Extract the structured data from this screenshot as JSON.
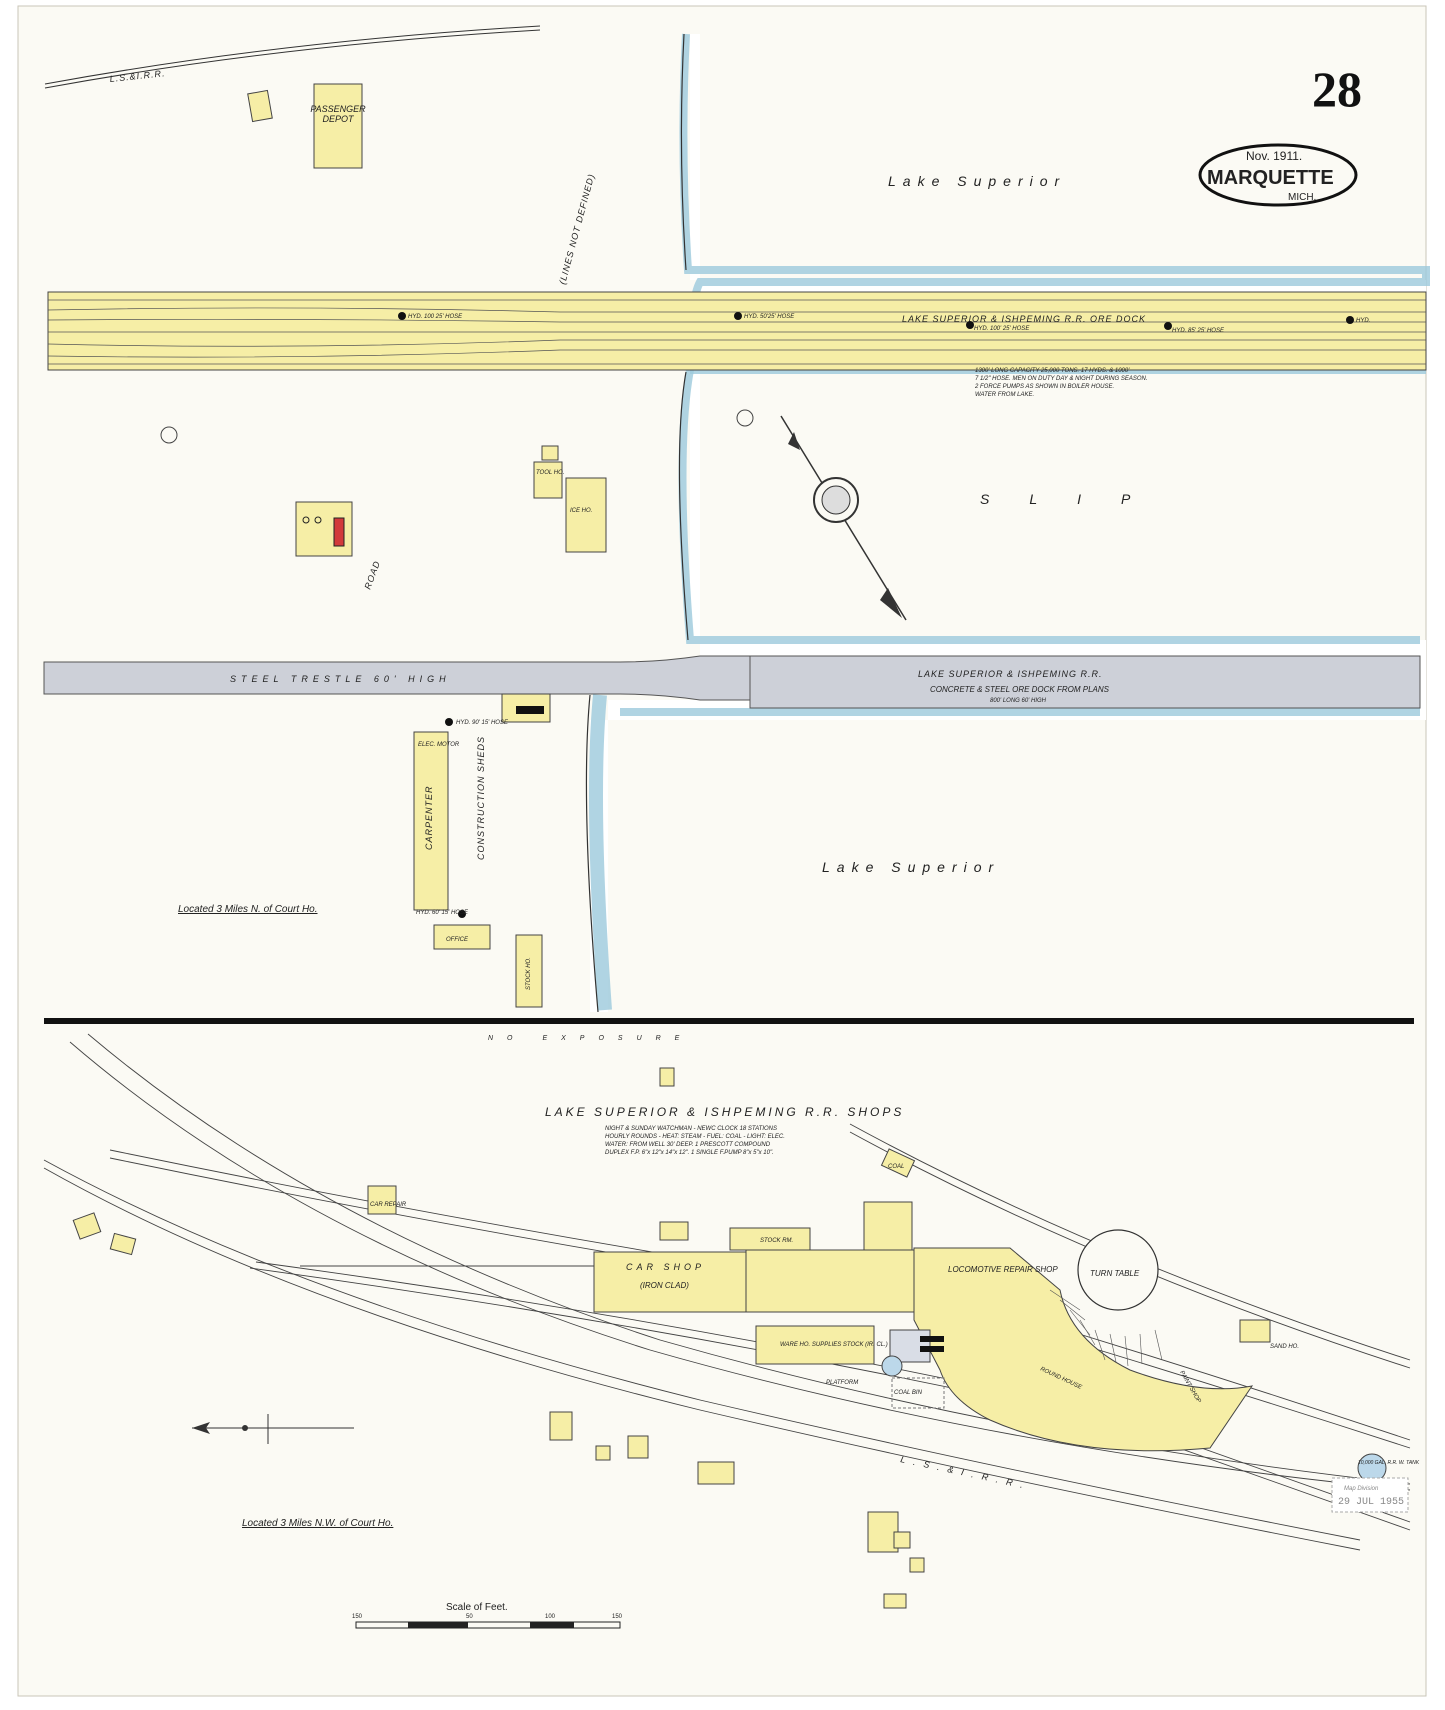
{
  "sheet": {
    "number": "28",
    "date": "Nov. 1911.",
    "city": "MARQUETTE",
    "state": "MICH."
  },
  "colors": {
    "paper": "#fbfaf4",
    "frame": "#f2f1ea",
    "frame_wood": "#f6eea6",
    "water": "#cfe8f0",
    "steel": "#cdd0d8",
    "ink": "#222222"
  },
  "north_section": {
    "railroad_top": "L.S.&I.R.R.",
    "passenger_depot": "PASSENGER DEPOT",
    "lake_label_top": "Lake Superior",
    "road_label": "ROAD",
    "lines_label": "(LINES NOT DEFINED)",
    "ore_dock": {
      "label": "LAKE SUPERIOR & ISHPEMING R.R. ORE DOCK",
      "note1": "1300' LONG CAPACITY 25,000 TONS. 17 HYDS. & 1000'",
      "note2": "7 1/2\" HOSE. MEN ON DUTY DAY & NIGHT DURING SEASON.",
      "note3": "2 FORCE PUMPS AS SHOWN IN BOILER HOUSE.",
      "note4": "WATER FROM LAKE.",
      "hydrants": [
        "HYD. 100  25' HOSE",
        "HYD. 50'25' HOSE",
        "HYD. 100' 25' HOSE",
        "HYD. 85' 25' HOSE",
        "HYD."
      ]
    },
    "slip": "SLIP",
    "tool_house": "TOOL HO.",
    "ice_house": "ICE HO.",
    "steel_trestle": "STEEL TRESTLE 60' HIGH",
    "concrete_dock": {
      "label": "LAKE SUPERIOR & ISHPEMING R.R.",
      "sub": "CONCRETE & STEEL ORE DOCK FROM PLANS",
      "dims": "800' LONG 60' HIGH"
    },
    "lake_label_bottom": "Lake Superior",
    "carpenter": "CARPENTER",
    "elec_motor": "ELEC. MOTOR",
    "construction_sheds": "CONSTRUCTION SHEDS",
    "office": "OFFICE",
    "stock_house": "STOCK HO.",
    "hyd_top": "HYD. 90' 15' HOSE",
    "hyd_bottom": "HYD. 60' 15' HOSE",
    "location_note": "Located 3 Miles N. of Court Ho."
  },
  "divider": "NO EXPOSURE",
  "south_section": {
    "title": "LAKE SUPERIOR & ISHPEMING R.R. SHOPS",
    "notes": [
      "NIGHT & SUNDAY WATCHMAN - NEWC CLOCK 18 STATIONS",
      "HOURLY ROUNDS - HEAT: STEAM - FUEL: COAL - LIGHT: ELEC.",
      "WATER: FROM WELL 30' DEEP. 1 PRESCOTT COMPOUND",
      "DUPLEX F.P. 6\"x 12\"x 14\"x 12\". 1 SINGLE F.PUMP 8\"x 5\"x 10\"."
    ],
    "car_shop": "CAR SHOP",
    "car_shop_sub": "(IRON CLAD)",
    "stock_rm": "STOCK RM.",
    "locomotive_shop": "LOCOMOTIVE REPAIR SHOP",
    "turn_table": "TURN TABLE",
    "ware_house": "WARE HO. SUPPLIES STOCK (IR. CL.)",
    "platform": "PLATFORM",
    "coal_bin": "COAL BIN",
    "car_repair": "CAR REPAIR",
    "coal": "COAL",
    "round_house": "ROUND HOUSE",
    "paint_shop": "PAINT SHOP",
    "sand_house": "SAND HO.",
    "water_tank": "10,000 GAL. R.R. W. TANK",
    "railroad": "L.S.&I.R.R.",
    "location_note": "Located 3 Miles N.W. of Court Ho."
  },
  "scale": {
    "title": "Scale of Feet.",
    "ticks": [
      "150",
      "50",
      "100",
      "150"
    ]
  },
  "stamp": {
    "line1": "Map Division",
    "line2": "29 JUL 1955"
  }
}
